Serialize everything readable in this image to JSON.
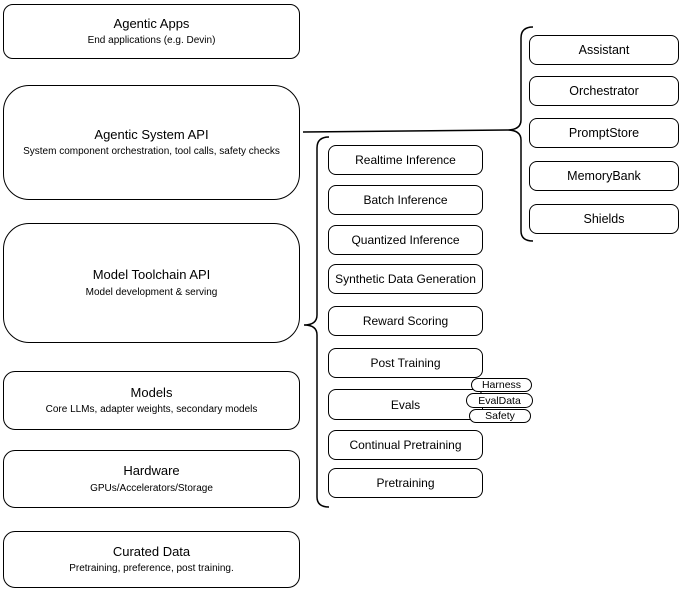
{
  "diagram": {
    "left_column": [
      {
        "title": "Agentic Apps",
        "subtitle": "End applications (e.g. Devin)"
      },
      {
        "title": "Agentic System API",
        "subtitle": "System component orchestration, tool calls, safety checks"
      },
      {
        "title": "Model Toolchain API",
        "subtitle": "Model development & serving"
      },
      {
        "title": "Models",
        "subtitle": "Core LLMs, adapter weights, secondary models"
      },
      {
        "title": "Hardware",
        "subtitle": "GPUs/Accelerators/Storage"
      },
      {
        "title": "Curated Data",
        "subtitle": "Pretraining, preference, post training."
      }
    ],
    "toolchain_components": [
      "Realtime Inference",
      "Batch Inference",
      "Quantized Inference",
      "Synthetic Data Generation",
      "Reward Scoring",
      "Post Training",
      "Evals",
      "Continual Pretraining",
      "Pretraining"
    ],
    "eval_tags": [
      "Harness",
      "EvalData",
      "Safety"
    ],
    "system_components": [
      "Assistant",
      "Orchestrator",
      "PromptStore",
      "MemoryBank",
      "Shields"
    ],
    "colors": {
      "stroke": "#000000",
      "background": "#ffffff"
    }
  }
}
